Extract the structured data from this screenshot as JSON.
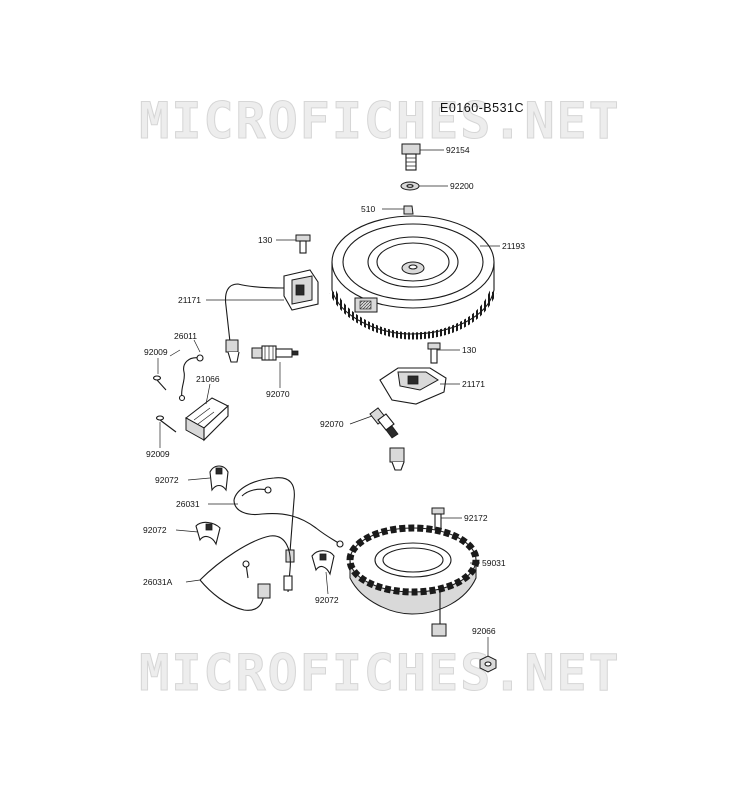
{
  "watermark": {
    "top": "MICROFICHES.NET",
    "bottom": "MICROFICHES.NET"
  },
  "diagram_code": "E0160-B531C",
  "callouts": {
    "p92154": "92154",
    "p92200": "92200",
    "p510": "510",
    "p130_top": "130",
    "p21193": "21193",
    "p21171_left": "21171",
    "p26011": "26011",
    "p92009_top": "92009",
    "p21066": "21066",
    "p92070_left": "92070",
    "p130_mid": "130",
    "p21171_right": "21171",
    "p92070_right": "92070",
    "p92009_bottom": "92009",
    "p92072_top": "92072",
    "p26031": "26031",
    "p92072_mid": "92072",
    "p92172": "92172",
    "p59031": "59031",
    "p26031A": "26031A",
    "p92072_bottom": "92072",
    "p92066": "92066"
  }
}
